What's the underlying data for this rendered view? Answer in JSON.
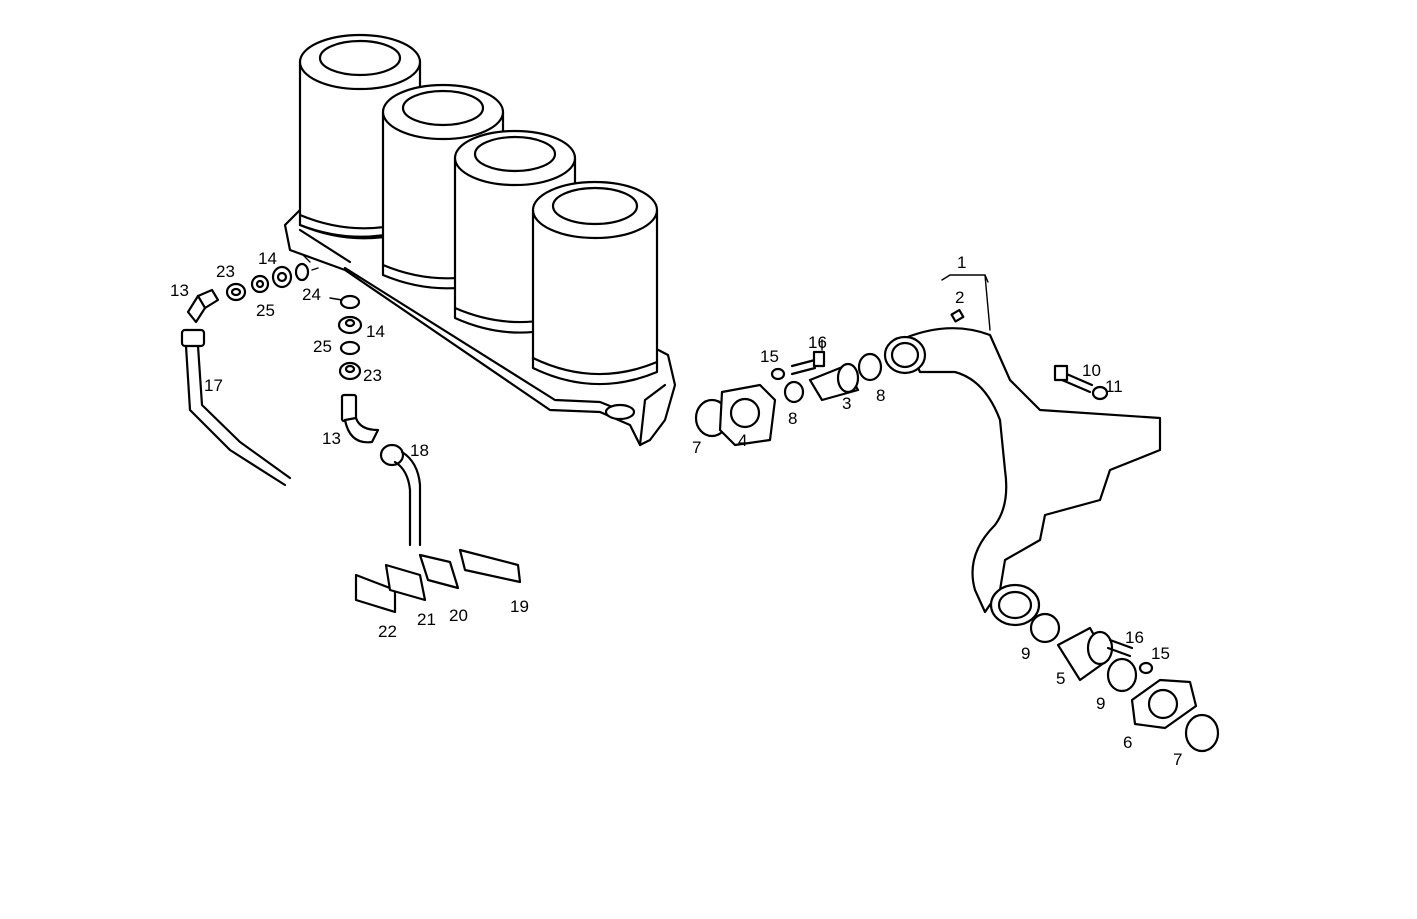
{
  "diagram": {
    "callouts": {
      "c1": "1",
      "c2": "2",
      "c3": "3",
      "c4": "4",
      "c5": "5",
      "c6": "6",
      "c7a": "7",
      "c7b": "7",
      "c8a": "8",
      "c8b": "8",
      "c9a": "9",
      "c9b": "9",
      "c10": "10",
      "c11": "11",
      "c13a": "13",
      "c13b": "13",
      "c14a": "14",
      "c14b": "14",
      "c15a": "15",
      "c15b": "15",
      "c16a": "16",
      "c16b": "16",
      "c17": "17",
      "c18": "18",
      "c19": "19",
      "c20": "20",
      "c21": "21",
      "c22": "22",
      "c23a": "23",
      "c23b": "23",
      "c24": "24",
      "c25a": "25",
      "c25b": "25"
    },
    "colors": {
      "line": "#000000",
      "background": "#ffffff"
    }
  }
}
